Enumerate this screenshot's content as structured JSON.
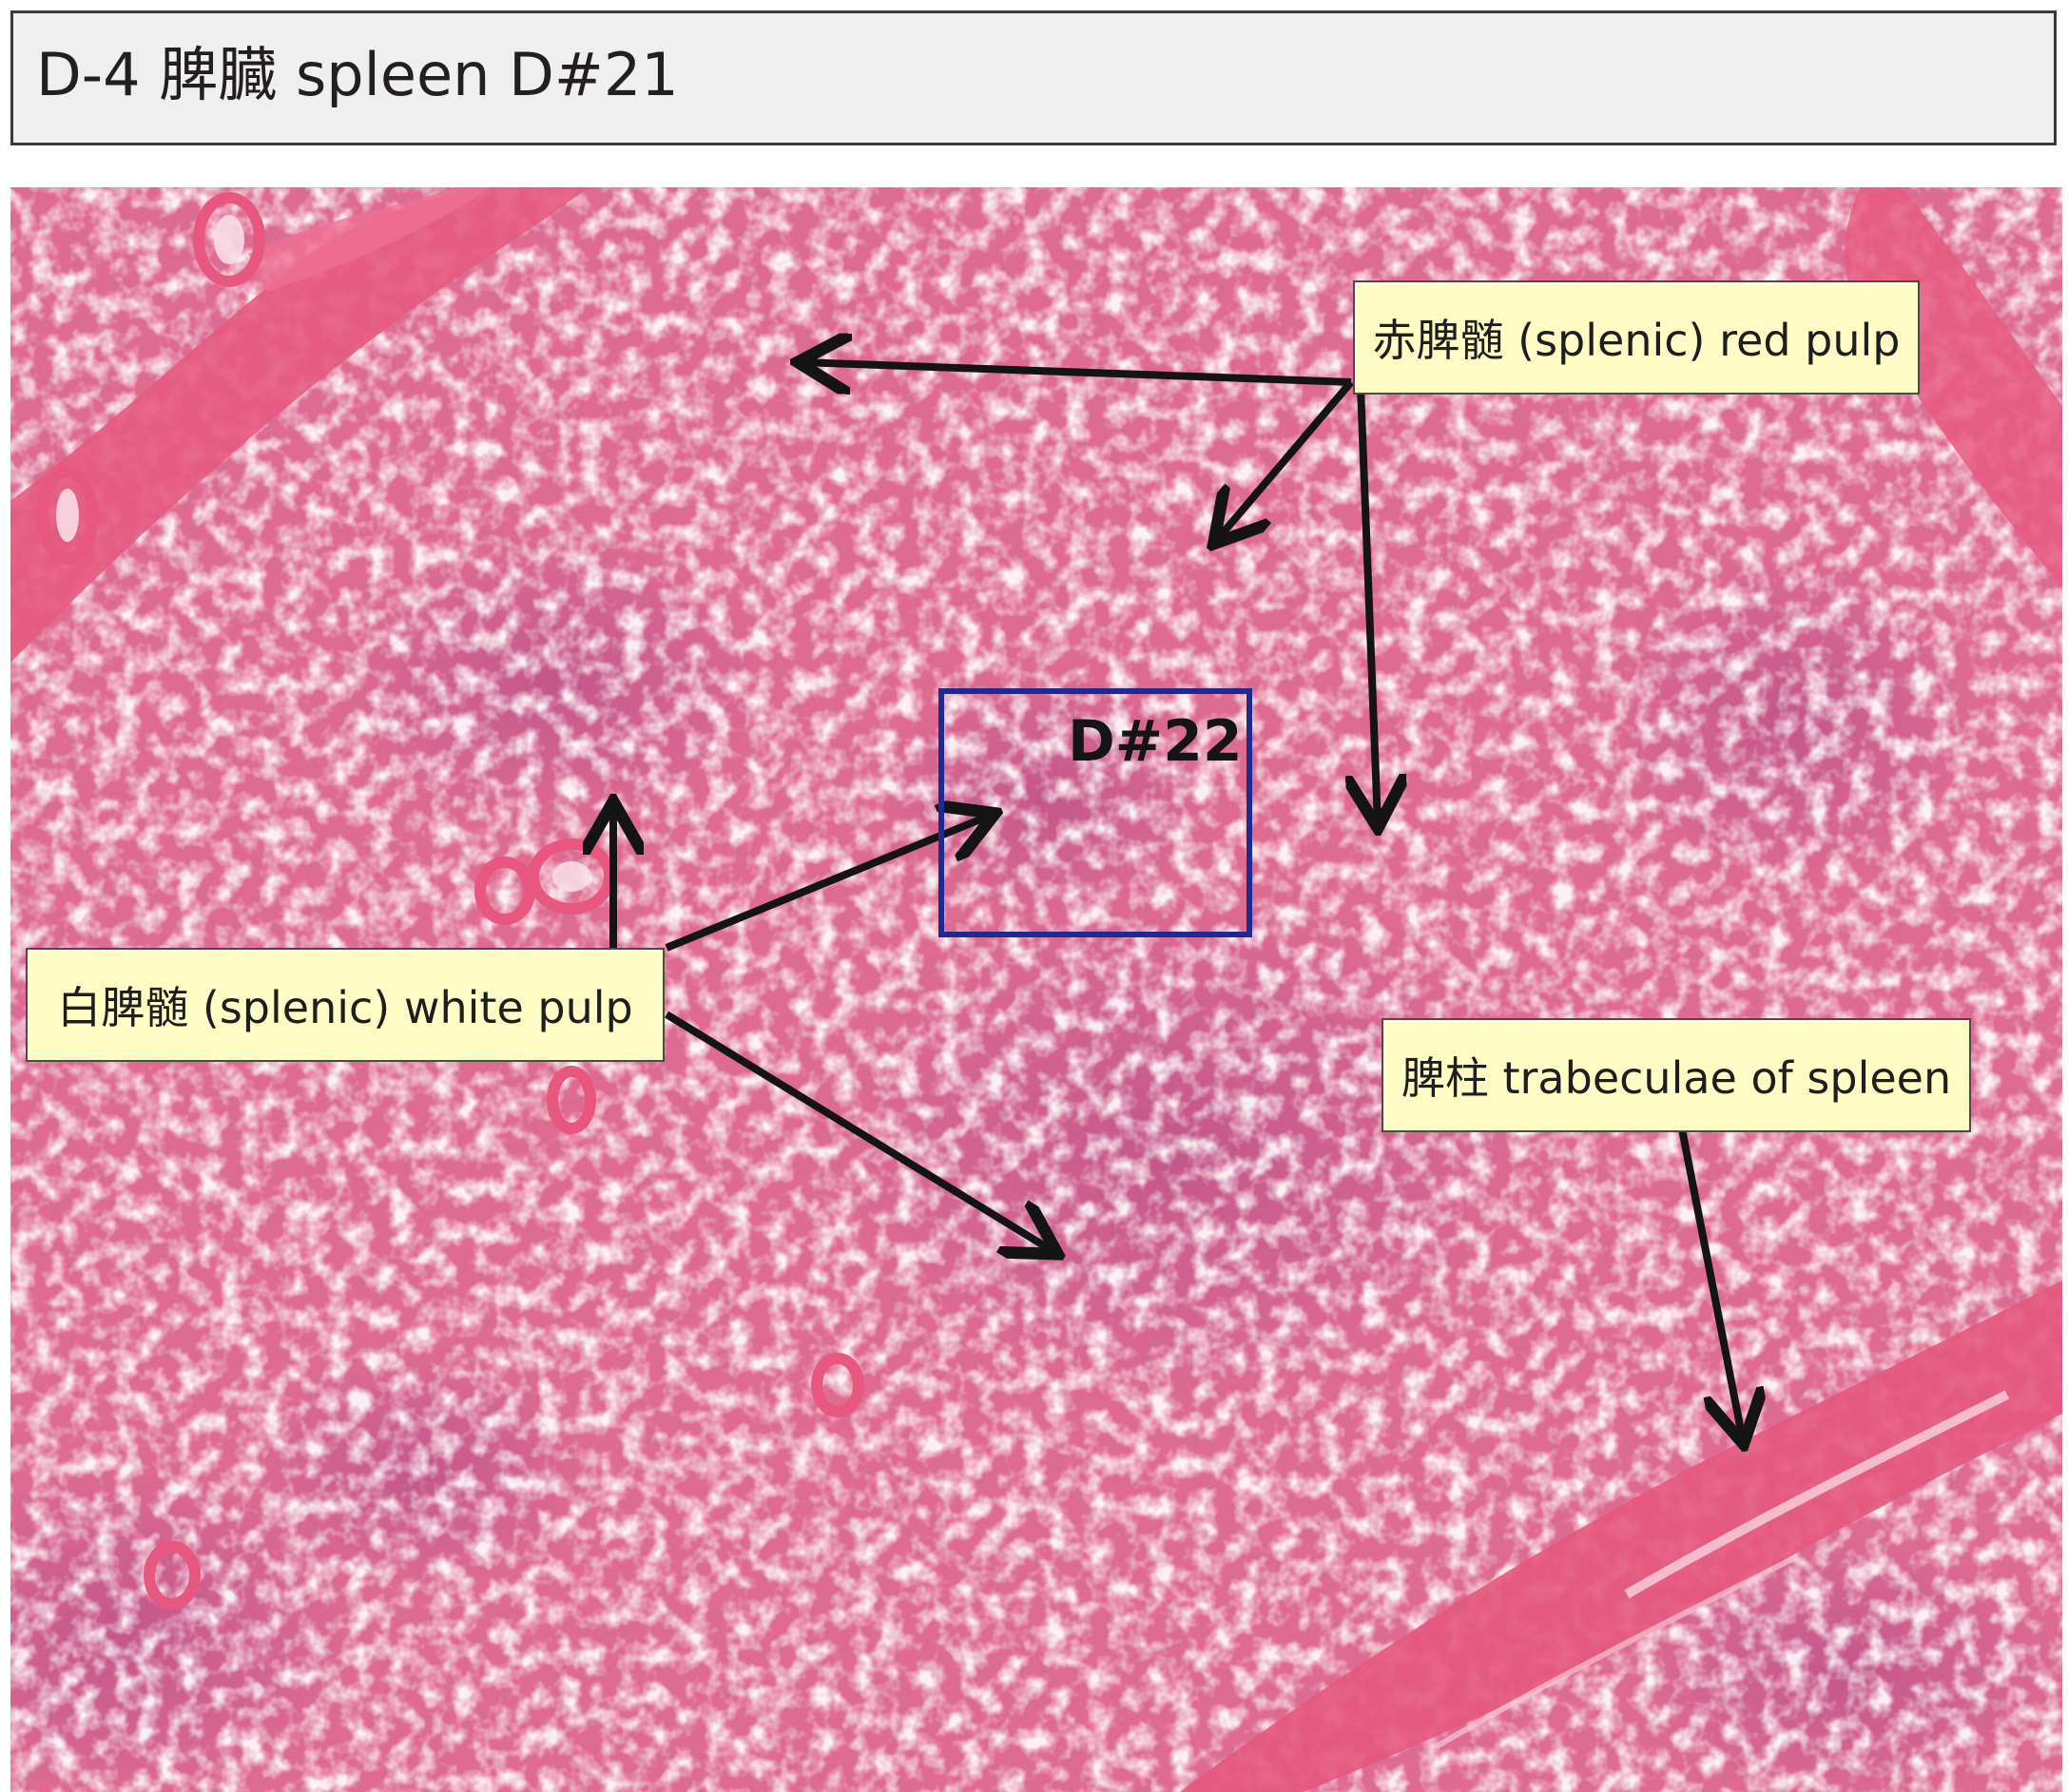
{
  "header": {
    "title": "D-4 脾臓 spleen D#21"
  },
  "annotations": {
    "red_pulp": "赤脾髄 (splenic) red pulp",
    "white_pulp": "白脾髄 (splenic) white pulp",
    "trabeculae": "脾柱 trabeculae of spleen",
    "roi": "D#22"
  },
  "colors": {
    "tissue_base": "#df6d92",
    "trabecula": "#e3577c",
    "white_pulp": "#c85a90",
    "roi_border": "#1f2a8e",
    "label_background": "#fffcc5",
    "arrow": "#141414"
  }
}
